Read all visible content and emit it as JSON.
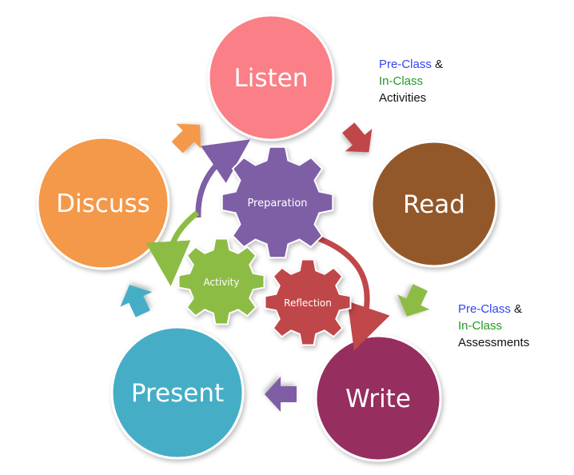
{
  "nodes": {
    "listen": {
      "label": "Listen",
      "color": "#fa7f86"
    },
    "read": {
      "label": "Read",
      "color": "#93592c"
    },
    "write": {
      "label": "Write",
      "color": "#962d5e"
    },
    "present": {
      "label": "Present",
      "color": "#45aec6"
    },
    "discuss": {
      "label": "Discuss",
      "color": "#f4984a"
    }
  },
  "gears": {
    "preparation": {
      "label": "Preparation",
      "color": "#7e5ea6"
    },
    "activity": {
      "label": "Activity",
      "color": "#8dbc45"
    },
    "reflection": {
      "label": "Reflection",
      "color": "#c0474a"
    }
  },
  "notes": {
    "top": {
      "pre_class": "Pre-Class",
      "amp": "&",
      "in_class": "In-Class",
      "tail": "Activities"
    },
    "bottom": {
      "pre_class": "Pre-Class",
      "amp": "&",
      "in_class": "In-Class",
      "tail": "Assessments"
    }
  },
  "arrow_colors": {
    "listen_to_read": "#c0464a",
    "read_to_write": "#8dbc45",
    "write_to_present": "#7e5ea6",
    "present_to_discuss": "#45aec6",
    "discuss_to_listen": "#f4984a"
  }
}
